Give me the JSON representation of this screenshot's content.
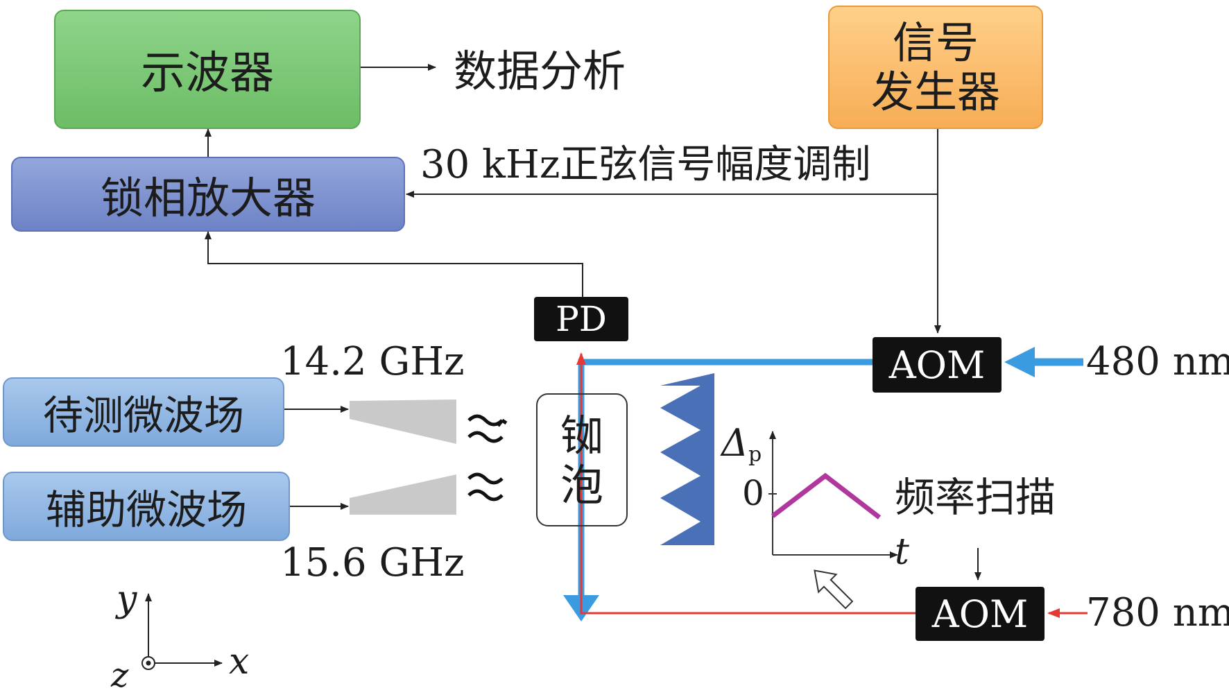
{
  "blocks": {
    "oscilloscope": "示波器",
    "lockin": "锁相放大器",
    "signal_gen_line1": "信号",
    "signal_gen_line2": "发生器",
    "pd": "PD",
    "aom_top": "AOM",
    "aom_bottom": "AOM",
    "mw_under_test": "待测微波场",
    "mw_aux": "辅助微波场",
    "cell_line1": "铷",
    "cell_line2": "泡"
  },
  "labels": {
    "data_analysis": "数据分析",
    "modulation": "30 kHz正弦信号幅度调制",
    "freq_top": "14.2 GHz",
    "freq_bottom": "15.6 GHz",
    "wl_480": "480 nm",
    "wl_780": "780 nm",
    "freq_scan": "频率扫描",
    "delta": "Δ",
    "delta_sub": "p",
    "zero": "0",
    "t_axis": "t",
    "axis_x": "x",
    "axis_y": "y",
    "axis_z": "z"
  },
  "colors": {
    "blue_beam": "#3a9be0",
    "red_beam": "#e53935",
    "scan_line": "#b0379c",
    "sawtooth": "#4a70b8"
  }
}
